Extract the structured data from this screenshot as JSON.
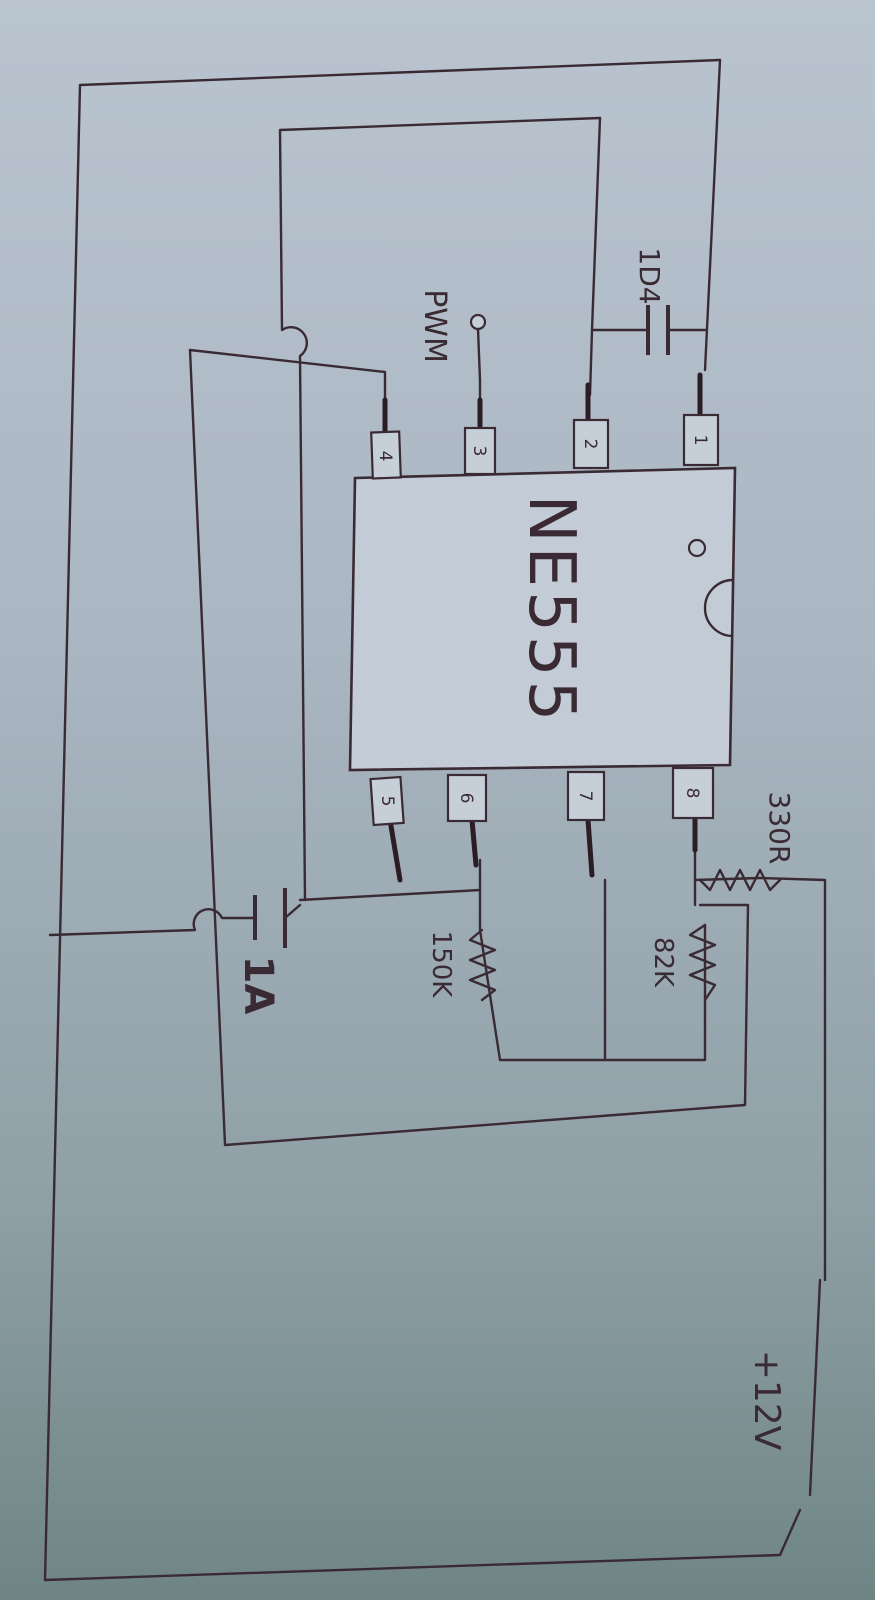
{
  "chip": {
    "name": "NE555"
  },
  "pins": {
    "p1": "1",
    "p2": "2",
    "p3": "3",
    "p4": "4",
    "p5": "5",
    "p6": "6",
    "p7": "7",
    "p8": "8"
  },
  "labels": {
    "pwm": "PWM",
    "capacitor": "1D4",
    "r_330": "330R",
    "r_150k": "150K",
    "r_82k": "82K",
    "capacitor_1a": "1A",
    "supply": "+12V"
  },
  "colors": {
    "ink": "#3a2a33",
    "paper": "#b9c4cf"
  }
}
